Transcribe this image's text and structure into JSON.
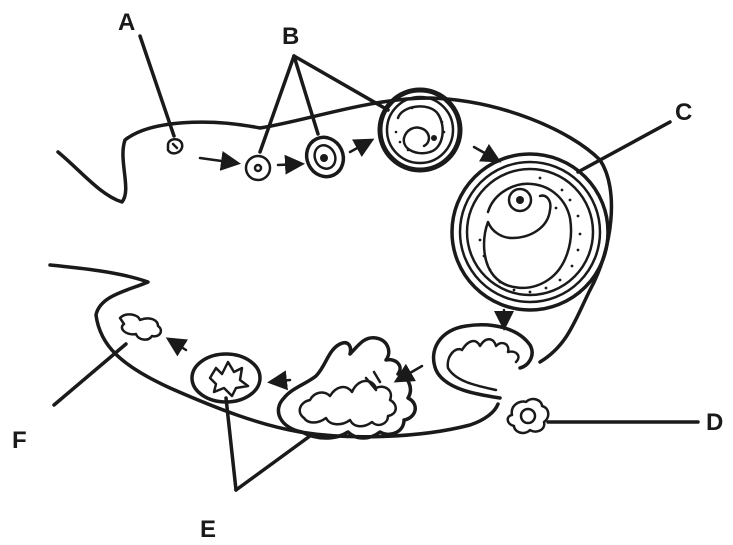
{
  "labels": {
    "a": "A",
    "b": "B",
    "c": "C",
    "d": "D",
    "e": "E",
    "f": "F"
  },
  "colors": {
    "ink": "#1a1a1a",
    "background": "#ffffff"
  }
}
